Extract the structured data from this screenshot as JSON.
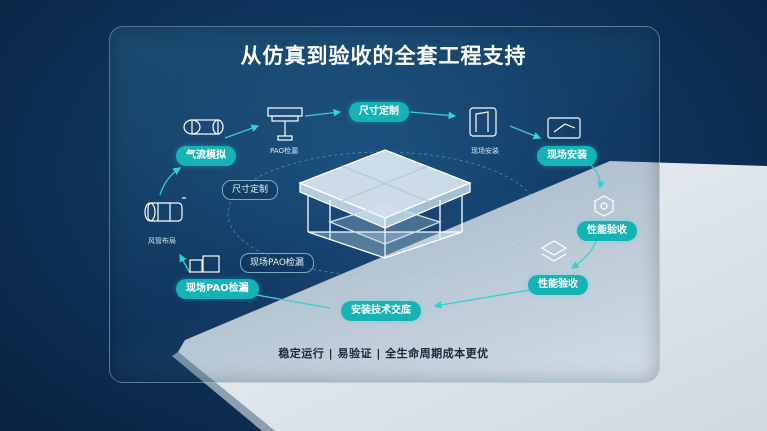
{
  "title": "从仿真到验收的全套工程支持",
  "steps": {
    "airflow": "气流模拟",
    "size_custom": "尺寸定制",
    "site_install": "现场安装",
    "performance_1": "性能验收",
    "performance_2": "性能验收",
    "handover": "安装技术交底",
    "site_pao": "现场PAO检漏"
  },
  "tags": {
    "size_custom": "尺寸定制",
    "site_pao": "现场PAO检漏"
  },
  "captions": {
    "pao_test": "PAO检漏",
    "site_install": "现场安装",
    "duct_layout": "风管布局"
  },
  "footer": "稳定运行 | 易验证 | 全生命周期成本更优",
  "colors": {
    "accent": "#16b3b6",
    "background": "#0f345e"
  }
}
